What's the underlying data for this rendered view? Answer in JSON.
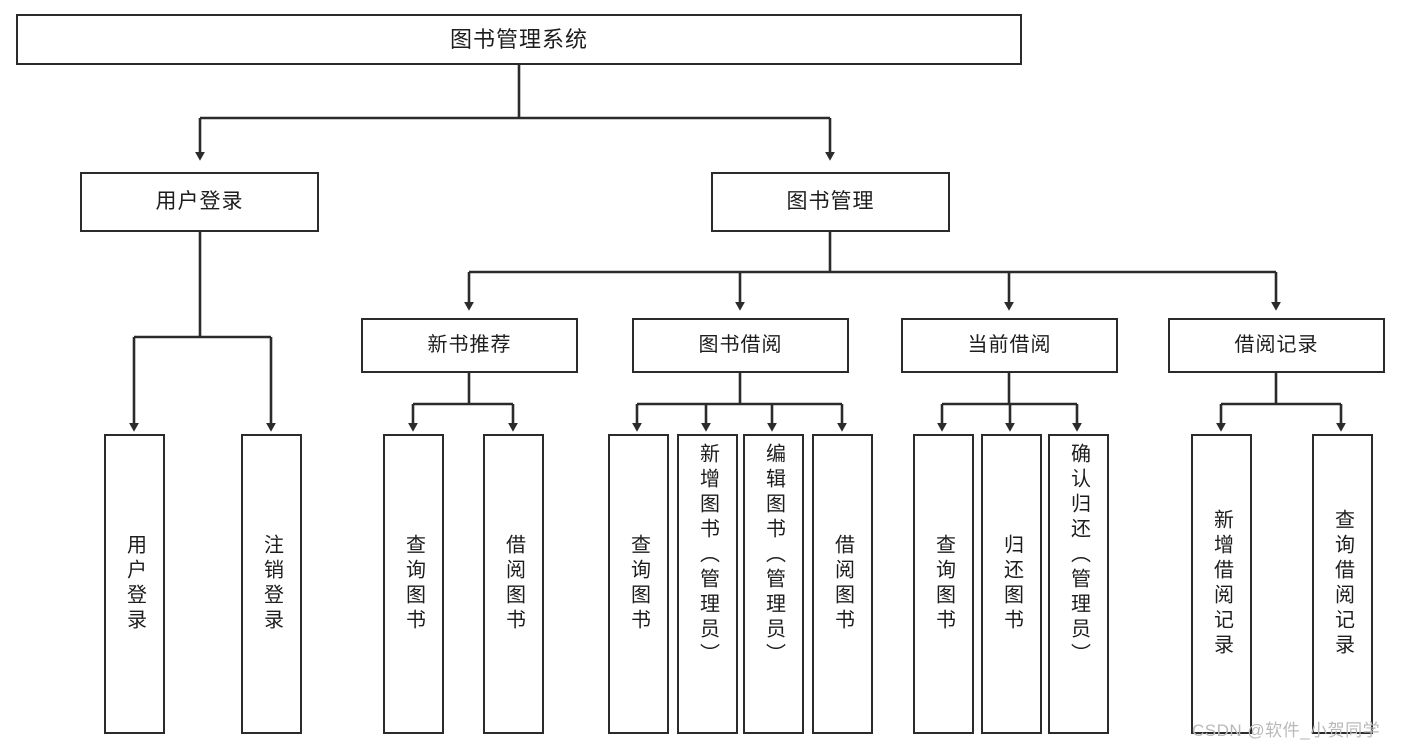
{
  "diagram": {
    "title": "图书管理系统",
    "type": "功能结构图",
    "root": {
      "label": "图书管理系统"
    },
    "level1": [
      {
        "label": "用户登录"
      },
      {
        "label": "图书管理"
      }
    ],
    "level2": [
      {
        "label": "新书推荐",
        "parent": "图书管理"
      },
      {
        "label": "图书借阅",
        "parent": "图书管理"
      },
      {
        "label": "当前借阅",
        "parent": "图书管理"
      },
      {
        "label": "借阅记录",
        "parent": "图书管理"
      }
    ],
    "leaves": {
      "user_login": [
        {
          "label": "用户登录"
        },
        {
          "label": "注销登录"
        }
      ],
      "new_book_recommend": [
        {
          "label": "查询图书"
        },
        {
          "label": "借阅图书"
        }
      ],
      "book_borrow": [
        {
          "label": "查询图书"
        },
        {
          "label": "新增图书（管理员）"
        },
        {
          "label": "编辑图书（管理员）"
        },
        {
          "label": "借阅图书"
        }
      ],
      "current_borrow": [
        {
          "label": "查询图书"
        },
        {
          "label": "归还图书"
        },
        {
          "label": "确认归还（管理员）"
        }
      ],
      "borrow_record": [
        {
          "label": "新增借阅记录"
        },
        {
          "label": "查询借阅记录"
        }
      ]
    }
  },
  "watermark": {
    "text": "CSDN @软件_小贺同学"
  },
  "colors": {
    "stroke": "#2b2b2b",
    "background": "#ffffff",
    "text": "#1d1d1d",
    "watermark": "#b9b9b9"
  }
}
